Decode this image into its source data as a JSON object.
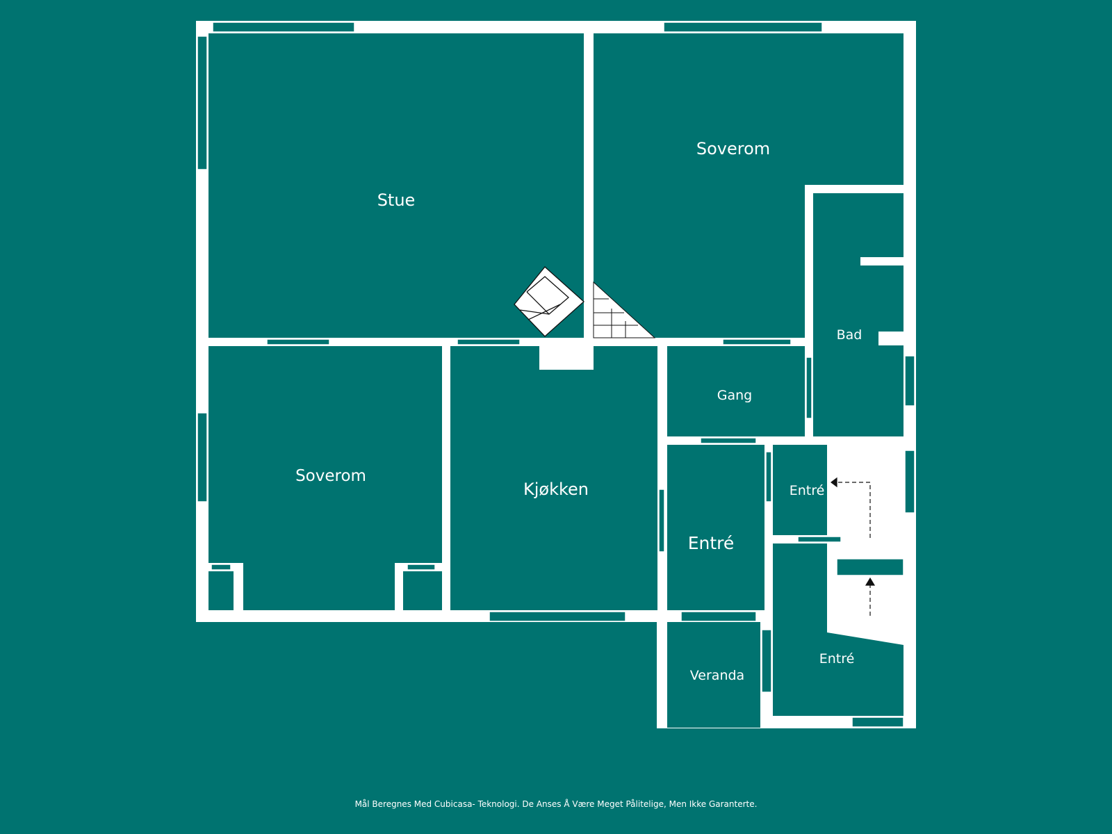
{
  "colors": {
    "background": "#007370",
    "walls": "#ffffff"
  },
  "rooms": {
    "stue": "Stue",
    "soverom_top": "Soverom",
    "bad": "Bad",
    "gang": "Gang",
    "soverom_left": "Soverom",
    "kjokken": "Kjøkken",
    "entre_main": "Entré",
    "entre_small": "Entré",
    "entre_lower": "Entré",
    "veranda": "Veranda"
  },
  "disclaimer": "Mål Beregnes Med Cubicasa- Teknologi. De Anses Å Være Meget Pålitelige, Men Ikke Garanterte."
}
